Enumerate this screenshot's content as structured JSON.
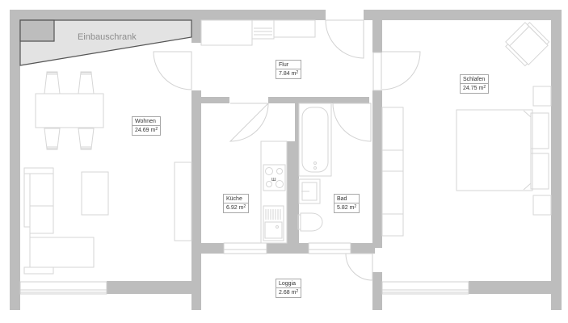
{
  "plan": {
    "built_in_closet": {
      "label": "Einbauschrank"
    },
    "rooms": [
      {
        "id": "wohnen",
        "name": "Wohnen",
        "area": "24.69",
        "unit": "m",
        "unit_sup": "2"
      },
      {
        "id": "flur",
        "name": "Flur",
        "area": "7.84",
        "unit": "m",
        "unit_sup": "2"
      },
      {
        "id": "schlafen",
        "name": "Schlafen",
        "area": "24.75",
        "unit": "m",
        "unit_sup": "2"
      },
      {
        "id": "kueche",
        "name": "Küche",
        "area": "6.92",
        "unit": "m",
        "unit_sup": "2"
      },
      {
        "id": "bad",
        "name": "Bad",
        "area": "5.82",
        "unit": "m",
        "unit_sup": "2"
      },
      {
        "id": "loggia",
        "name": "Loggia",
        "area": "2.68",
        "unit": "m",
        "unit_sup": "2"
      }
    ],
    "colors": {
      "wall": "#bdbdbd",
      "closet_fill": "#e3e3e3",
      "furniture_line": "#d6d6d6",
      "label_border": "#a8a8a8"
    }
  }
}
